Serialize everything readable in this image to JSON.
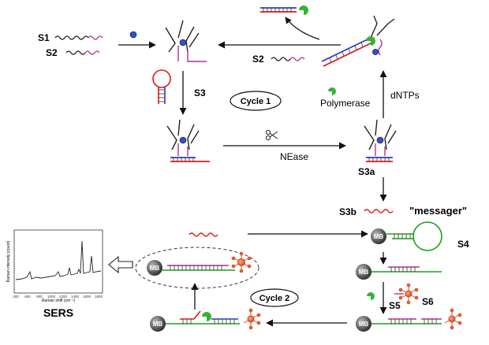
{
  "labels": {
    "s1": "S1",
    "s2": "S2",
    "s2_release": "S2",
    "s3": "S3",
    "cycle1": "Cycle 1",
    "polymerase": "Polymerase",
    "dntps": "dNTPs",
    "nease": "NEase",
    "s3a": "S3a",
    "s3b": "S3b",
    "messager": "\"messager\"",
    "s4": "S4",
    "s5": "S5",
    "s6": "S6",
    "cycle2": "Cycle 2",
    "sers": "SERS",
    "mb": "MB",
    "spectrum_ylabel": "Raman intensity (count)",
    "spectrum_xlabel": "Raman shift (cm⁻¹)",
    "spectrum_ticks": [
      "400",
      "600",
      "800",
      "1000",
      "1200",
      "1400",
      "1600",
      "1800"
    ]
  },
  "colors": {
    "black_strand": "#222222",
    "purple_strand": "#b0309a",
    "red_strand": "#e01818",
    "green_strand": "#1aa01a",
    "blue_strand": "#2a3cc8",
    "ion": "#3050d0",
    "polymerase": "#35b335",
    "mb_bead": "#555555",
    "sers_star": "#e06a3a"
  }
}
